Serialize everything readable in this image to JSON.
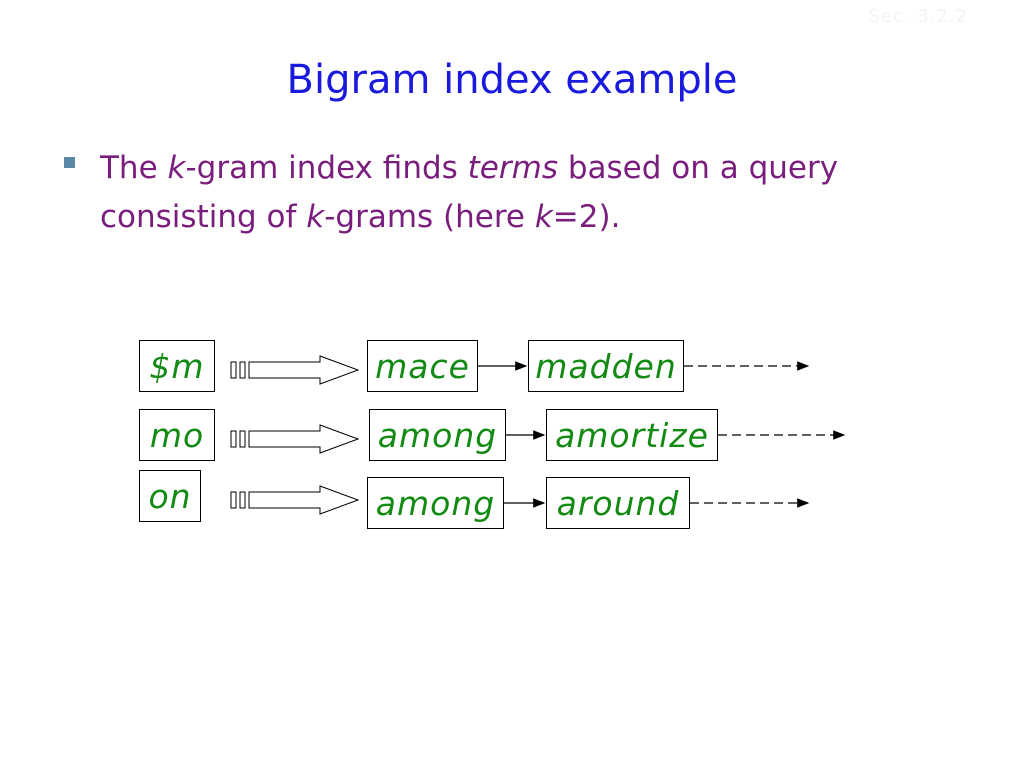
{
  "slide": {
    "section_ref": "Sec. 3.2.2",
    "title": "Bigram index example",
    "bullet": {
      "t1": "The ",
      "k1": "k",
      "t2": "-gram index finds ",
      "terms": "terms",
      "t3": " based on a query",
      "t4": "consisting of ",
      "k2": "k",
      "t5": "-grams (here ",
      "k3": "k",
      "t6": "=2)."
    }
  },
  "index": {
    "rows": [
      {
        "kgram": "$m",
        "postings": [
          "mace",
          "madden"
        ]
      },
      {
        "kgram": "mo",
        "postings": [
          "among",
          "amortize"
        ]
      },
      {
        "kgram": "on",
        "postings": [
          "among",
          "around"
        ]
      }
    ]
  },
  "colors": {
    "title": "#1a1adf",
    "bullet_text": "#7a1e7e",
    "bullet_marker": "#5b88a6",
    "term_text": "#138a13"
  }
}
